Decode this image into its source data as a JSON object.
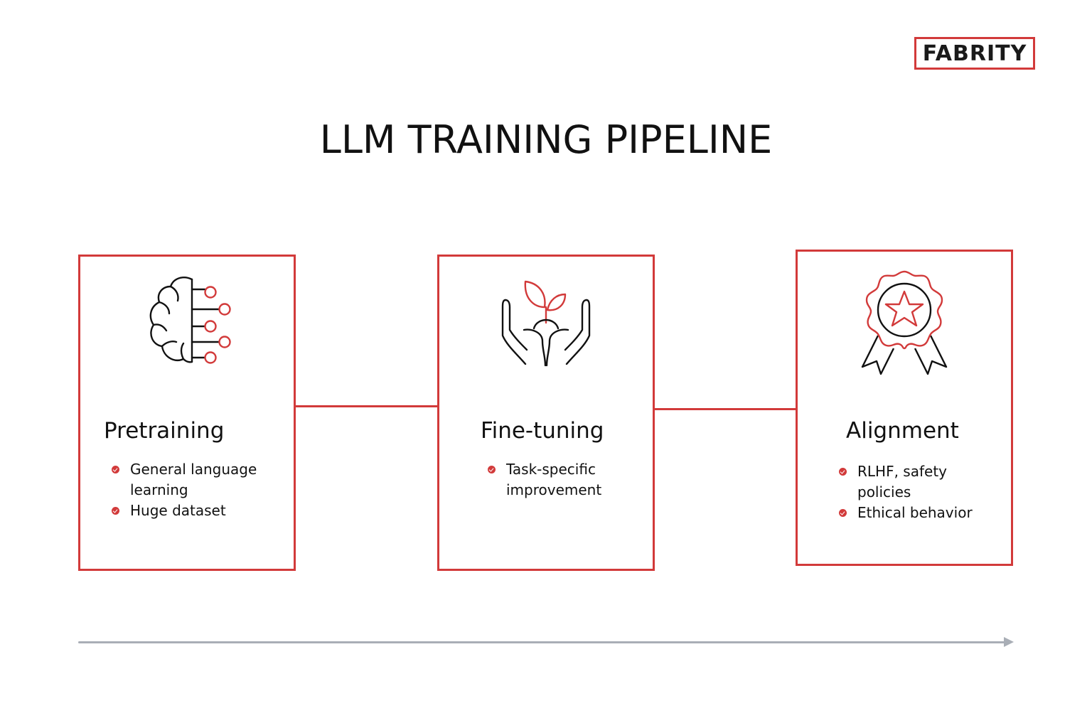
{
  "logo": {
    "text": "FABRITY"
  },
  "title": "LLM TRAINING PIPELINE",
  "colors": {
    "accent": "#d23a3a",
    "text": "#111111",
    "timeline": "#a9aeb6"
  },
  "stages": [
    {
      "icon": "brain-circuit-icon",
      "title": "Pretraining",
      "bullets": [
        "General  language learning",
        "Huge dataset"
      ]
    },
    {
      "icon": "hands-sprout-icon",
      "title": "Fine-tuning",
      "bullets": [
        "Task-specific improvement"
      ]
    },
    {
      "icon": "award-rosette-icon",
      "title": "Alignment",
      "bullets": [
        "RLHF, safety policies",
        "Ethical behavior"
      ]
    }
  ]
}
